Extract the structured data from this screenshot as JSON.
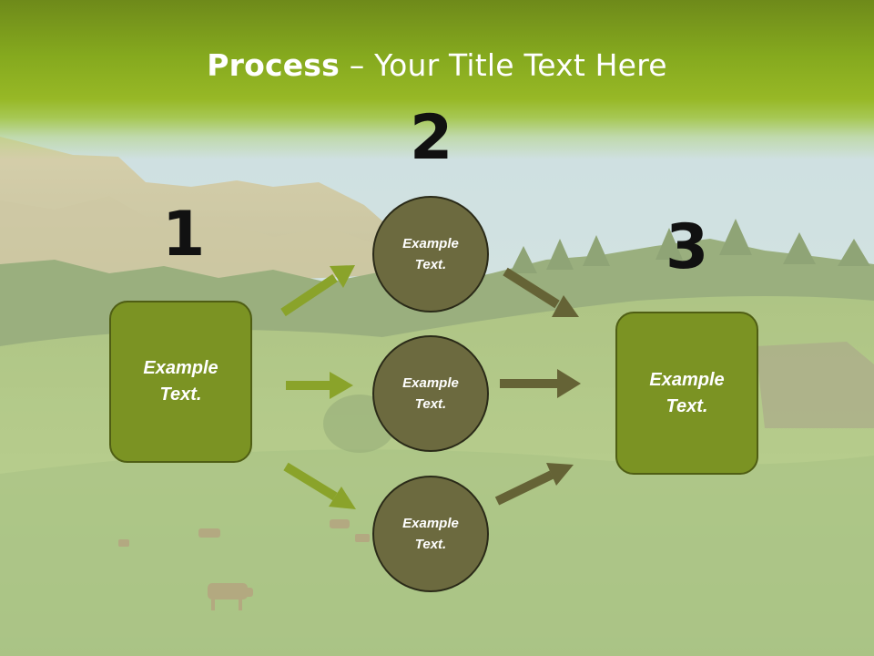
{
  "title": {
    "bold": "Process",
    "separator": " – ",
    "rest": "Your Title Text Here"
  },
  "numbers": [
    "1",
    "2",
    "3"
  ],
  "left_box": {
    "label": "Example\nText."
  },
  "right_box": {
    "label": "Example\nText."
  },
  "circles": [
    {
      "label": "Example\nText."
    },
    {
      "label": "Example\nText."
    },
    {
      "label": "Example\nText."
    }
  ],
  "colors": {
    "header": "#85a91e",
    "box_fill": "#7b9323",
    "circle_fill": "#6c6a3f",
    "arrow_green": "#8aa32a",
    "arrow_dark": "#656336"
  }
}
